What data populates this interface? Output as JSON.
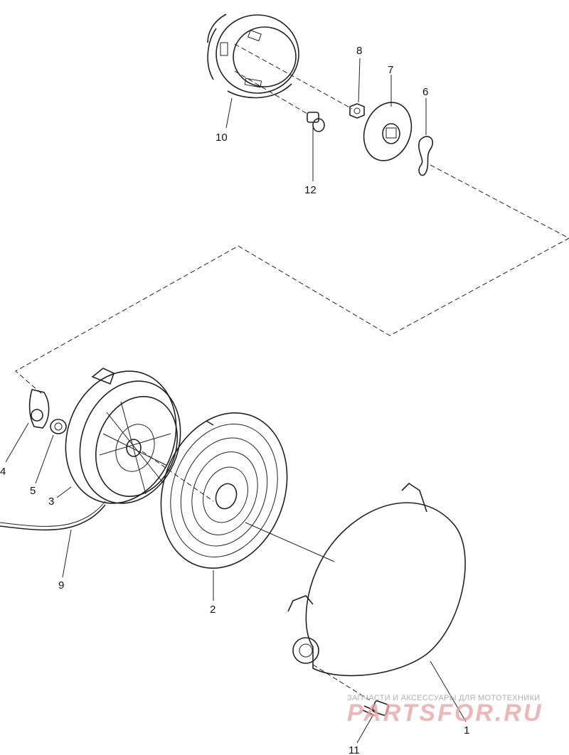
{
  "callouts": [
    {
      "id": "1",
      "text": "1"
    },
    {
      "id": "2",
      "text": "2"
    },
    {
      "id": "3",
      "text": "3"
    },
    {
      "id": "4",
      "text": "4"
    },
    {
      "id": "5",
      "text": "5"
    },
    {
      "id": "6",
      "text": "6"
    },
    {
      "id": "7",
      "text": "7"
    },
    {
      "id": "8",
      "text": "8"
    },
    {
      "id": "9",
      "text": "9"
    },
    {
      "id": "10",
      "text": "10"
    },
    {
      "id": "11",
      "text": "11"
    },
    {
      "id": "12",
      "text": "12"
    }
  ],
  "watermark": {
    "tagline": "ЗАПЧАСТИ И АКСЕССУАРЫ ДЛЯ МОТОТЕХНИКИ",
    "brand": "PARTSFOR.RU",
    "brand_color": "#e8a0a0"
  }
}
